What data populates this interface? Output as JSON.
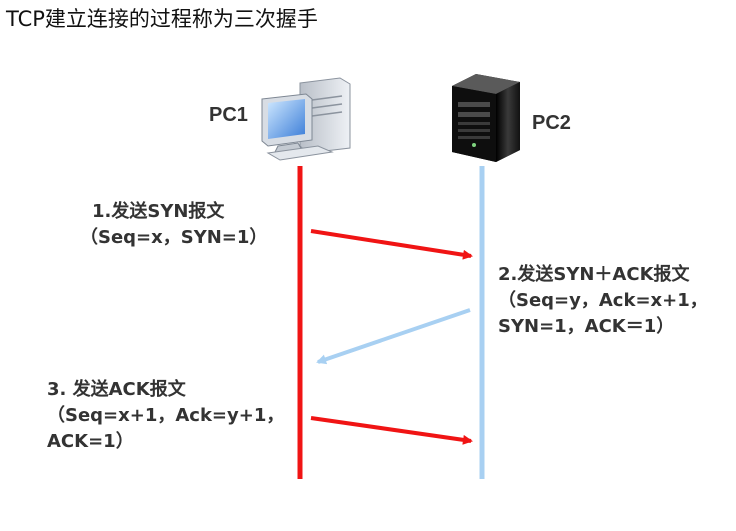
{
  "title": "TCP建立连接的过程称为三次握手",
  "hosts": {
    "pc1": {
      "label": "PC1",
      "icon": "desktop-computer-icon"
    },
    "pc2": {
      "label": "PC2",
      "icon": "server-tower-icon"
    }
  },
  "colors": {
    "pc1_line": "#f01414",
    "pc2_line": "#a8d0f2",
    "arrow_red": "#f01414",
    "arrow_blue": "#a8d0f2"
  },
  "messages": [
    {
      "id": "msg1",
      "direction": "PC1→PC2",
      "lines": [
        "1.发送SYN报文",
        "（Seq=x，SYN=1）"
      ]
    },
    {
      "id": "msg2",
      "direction": "PC2→PC1",
      "lines": [
        "2.发送SYN＋ACK报文",
        "（Seq=y，Ack=x+1，",
        "SYN=1，ACK＝1）"
      ]
    },
    {
      "id": "msg3",
      "direction": "PC1→PC2",
      "lines": [
        "3. 发送ACK报文",
        "（Seq=x+1，Ack=y+1，",
        "ACK=1）"
      ]
    }
  ]
}
